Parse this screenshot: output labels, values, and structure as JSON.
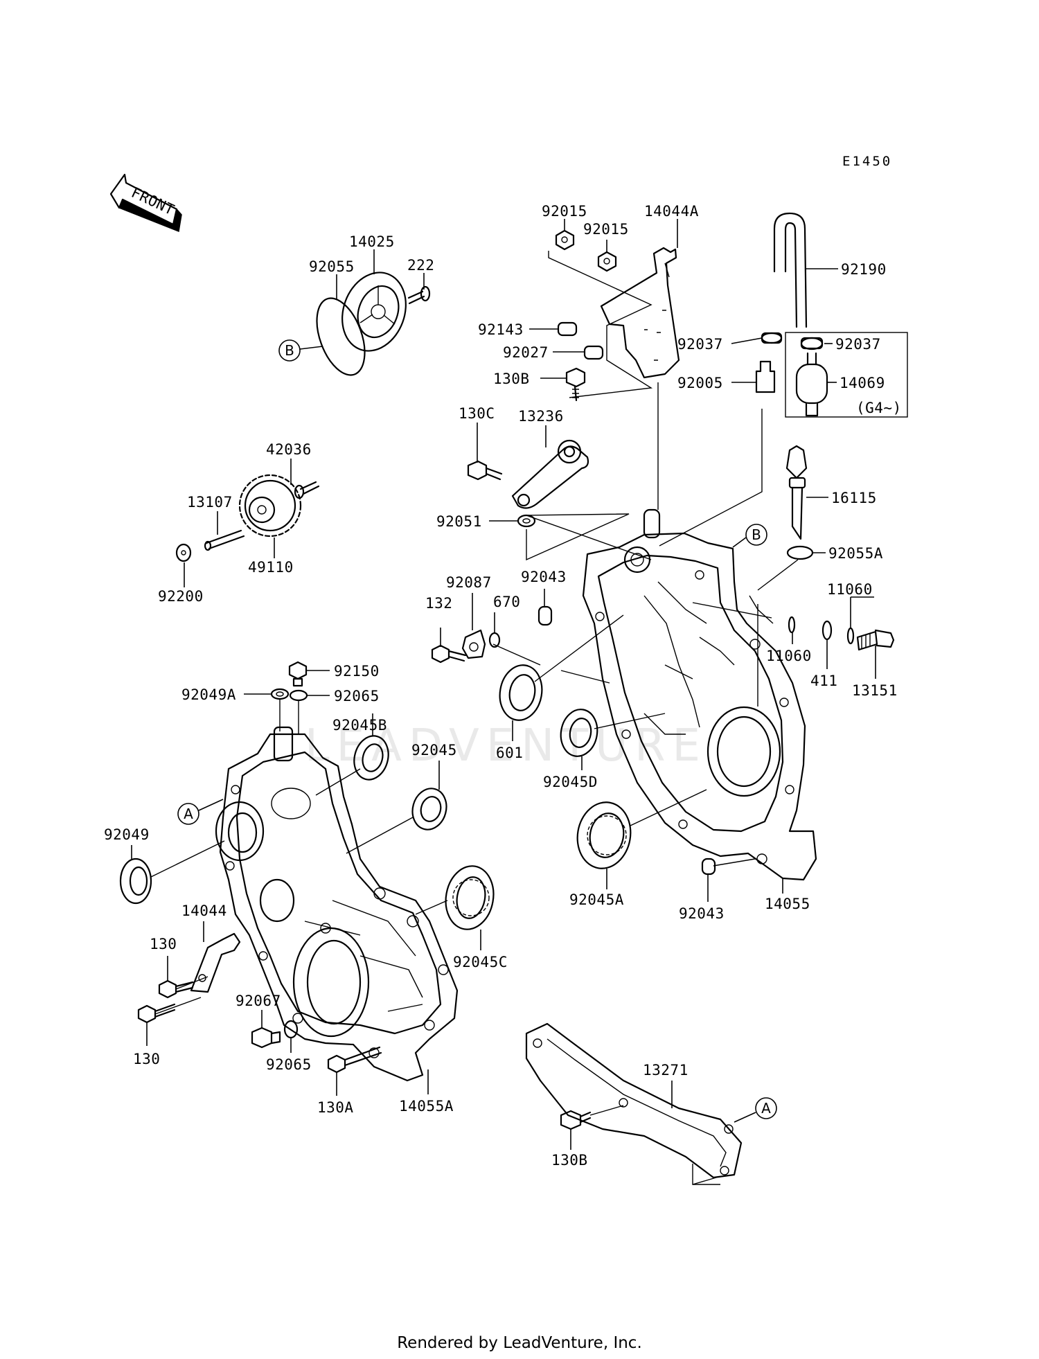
{
  "diagram": {
    "code": "E1450",
    "front_arrow": "FRONT",
    "watermark": "LEADVENTURE",
    "footer": "Rendered by LeadVenture, Inc.",
    "callouts": [
      "A",
      "B"
    ],
    "labels": {
      "p92015a": "92015",
      "p92015b": "92015",
      "p14044A": "14044A",
      "p92190": "92190",
      "p14025": "14025",
      "p92055": "92055",
      "p222": "222",
      "p92143": "92143",
      "p92027": "92027",
      "p130B": "130B",
      "p92037a": "92037",
      "p92037b": "92037",
      "p92005": "92005",
      "p14069": "14069",
      "pG4": "(G4~)",
      "p130C": "130C",
      "p13236": "13236",
      "p42036": "42036",
      "p13107": "13107",
      "p49110": "49110",
      "p92200": "92200",
      "p16115": "16115",
      "p92051": "92051",
      "p92055A": "92055A",
      "p92087": "92087",
      "p92043a": "92043",
      "p132": "132",
      "p670": "670",
      "p11060a": "11060",
      "p11060b": "11060",
      "p411": "411",
      "p13151": "13151",
      "p92150": "92150",
      "p92049A": "92049A",
      "p92065a": "92065",
      "p92045B": "92045B",
      "p601": "601",
      "p92045": "92045",
      "p92045D": "92045D",
      "p92049": "92049",
      "p92045A": "92045A",
      "p92043b": "92043",
      "p14055": "14055",
      "p14044": "14044",
      "p130a": "130",
      "p92045C": "92045C",
      "p92067": "92067",
      "p130b": "130",
      "p92065b": "92065",
      "p130A": "130A",
      "p14055A": "14055A",
      "p13271": "13271",
      "p130B2": "130B"
    }
  }
}
